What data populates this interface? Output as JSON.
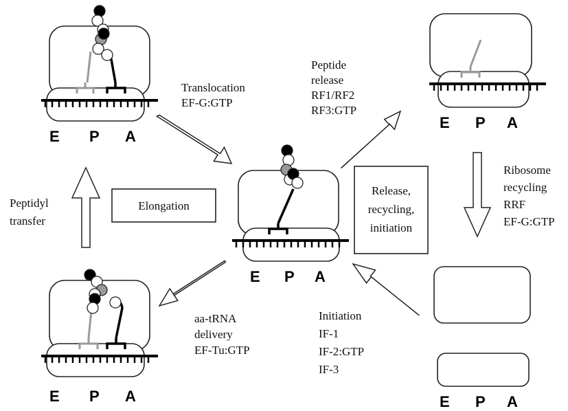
{
  "center_box": {
    "label_lines": [
      "Release,",
      "recycling,",
      "initiation"
    ]
  },
  "elongation_box": {
    "label": "Elongation"
  },
  "steps": {
    "translocation": {
      "lines": [
        "Translocation",
        "EF-G:GTP"
      ]
    },
    "peptide_release": {
      "lines": [
        "Peptide",
        "release",
        "RF1/RF2",
        "RF3:GTP"
      ]
    },
    "ribosome_recycling": {
      "lines": [
        "Ribosome",
        "recycling",
        "RRF",
        "EF-G:GTP"
      ]
    },
    "initiation": {
      "lines": [
        "Initiation",
        "IF-1",
        "IF-2:GTP",
        "IF-3"
      ]
    },
    "aa_trna_delivery": {
      "lines": [
        "aa-tRNA",
        "delivery",
        "EF-Tu:GTP"
      ]
    },
    "peptidyl_transfer": {
      "lines": [
        "Peptidyl",
        "transfer"
      ]
    }
  },
  "site_labels": {
    "e": "E",
    "p": "P",
    "a": "A"
  },
  "colors": {
    "stroke": "#222222",
    "ptrna": "#9a9a9a",
    "grey_residue": "#9a9a9a",
    "black_residue": "#000000",
    "white_residue": "#ffffff"
  }
}
